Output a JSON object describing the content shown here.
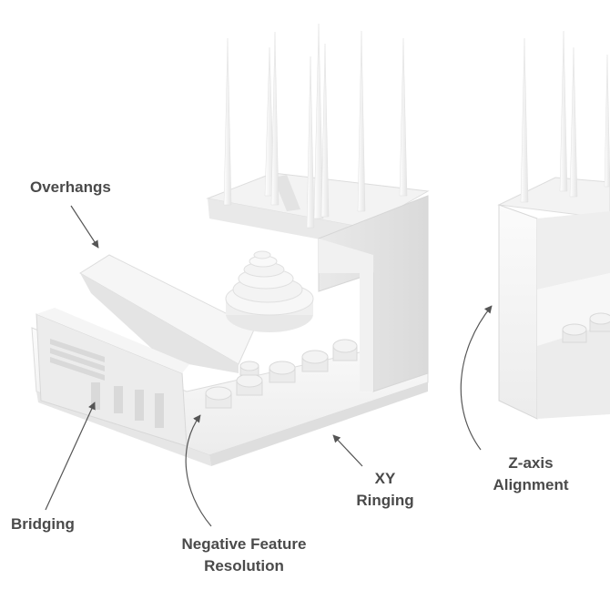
{
  "colors": {
    "background": "#ffffff",
    "model_light": "#f4f4f4",
    "model_mid": "#e6e6e6",
    "model_dark": "#d2d2d2",
    "label_text": "#4a4a4a",
    "arrow": "#555555"
  },
  "labels": {
    "overhangs": "Overhangs",
    "bridging": "Bridging",
    "negative_feature_line1": "Negative Feature",
    "negative_feature_line2": "Resolution",
    "xy_line1": "XY",
    "xy_line2": "Ringing",
    "z_axis_line1": "Z-axis",
    "z_axis_line2": "Alignment"
  }
}
